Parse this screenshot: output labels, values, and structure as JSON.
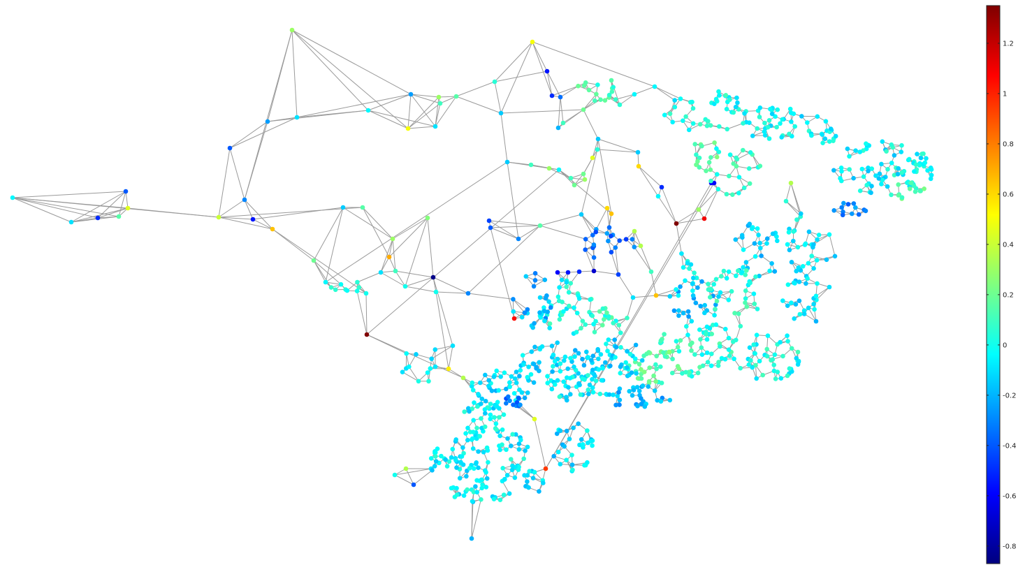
{
  "colorbar": {
    "min": -0.87,
    "max": 1.35,
    "colormap": "jet",
    "ticks": [
      {
        "value": -0.8,
        "label": "-0.8"
      },
      {
        "value": -0.6,
        "label": "-0.6"
      },
      {
        "value": -0.4,
        "label": "-0.4"
      },
      {
        "value": -0.2,
        "label": "-0.2"
      },
      {
        "value": 0,
        "label": "0"
      },
      {
        "value": 0.2,
        "label": "0.2"
      },
      {
        "value": 0.4,
        "label": "0.4"
      },
      {
        "value": 0.6,
        "label": "0.6"
      },
      {
        "value": 0.8,
        "label": "0.8"
      },
      {
        "value": 1,
        "label": "1"
      },
      {
        "value": 1.2,
        "label": "1.2"
      }
    ]
  },
  "colors": {
    "edge": "#9a9a9a",
    "background": "#ffffff"
  },
  "graph": {
    "description_type": "node-valued graph signal",
    "highlighted_values": {
      "max_node_value": 1.35,
      "min_node_value": -0.87
    }
  }
}
